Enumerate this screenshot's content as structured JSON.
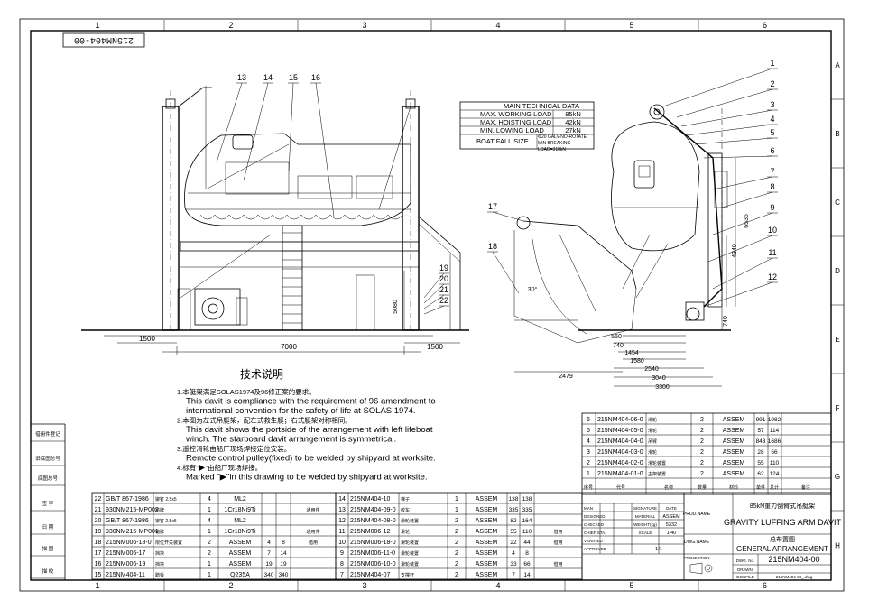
{
  "drawing_number_rotated": "215NM404-00",
  "grid": {
    "columns": [
      "1",
      "2",
      "3",
      "4",
      "5",
      "6"
    ],
    "rows": [
      "A",
      "B",
      "C",
      "D",
      "E",
      "F",
      "G",
      "H"
    ]
  },
  "tech_data": {
    "title": "MAIN TECHNICAL DATA",
    "rows": [
      {
        "label": "MAX. WORKING LOAD",
        "value": "85kN"
      },
      {
        "label": "MAX. HOISTING LOAD",
        "value": "42kN"
      },
      {
        "label": "MIN. LOWING LOAD",
        "value": "27kN"
      },
      {
        "label": "BOAT FALL SIZE",
        "value": "Φ20 GALV-NO-ROTATE MIN BREAKING LOAD=318kN"
      }
    ]
  },
  "callouts_left": [
    "13",
    "14",
    "15",
    "16"
  ],
  "callouts_right": [
    "1",
    "2",
    "3",
    "4",
    "5",
    "6",
    "7",
    "8",
    "9",
    "10",
    "11",
    "12"
  ],
  "callouts_misc": [
    "17",
    "18",
    "19",
    "20",
    "21",
    "22"
  ],
  "dims_front": [
    "1500",
    "7000",
    "1500",
    "5080"
  ],
  "dims_side": [
    "550",
    "740",
    "1454",
    "1580",
    "2540",
    "3040",
    "3300",
    "2479",
    "6536",
    "4340",
    "740",
    "30°"
  ],
  "notes": {
    "title": "技术说明",
    "items": [
      {
        "num": "1.",
        "cn": "本艇架满足SOLAS1974及96修正案的要求。",
        "en": [
          "This davit is compliance with the requirement of 96 amendment to",
          "international convention for the safety of life at SOLAS 1974."
        ]
      },
      {
        "num": "2.",
        "cn": "本图为左式吊艇架，配左式救生艇；右式艇架对称相同。",
        "en": [
          "This davit shows the portside of the arrangement with left lifeboat",
          "winch. The starboard davit arrangement is symmetrical."
        ]
      },
      {
        "num": "3.",
        "cn": "遥控滑轮由船厂现场焊接定位安装。",
        "en": [
          "Remote control pulley(fixed) to be welded by shipyard at worksite."
        ]
      },
      {
        "num": "4.",
        "cn": "标有\"▶\"由船厂现场焊接。",
        "en": [
          "Marked \"▶\"in this drawing to be welded by shipyard at worksite."
        ]
      }
    ]
  },
  "parts_upper": [
    {
      "no": "6",
      "code": "215NM404-06-0",
      "cn": "滑轮",
      "qty": "2",
      "mat": "ASSEM",
      "w1": "991",
      "w2": "1982",
      "rem": ""
    },
    {
      "no": "5",
      "code": "215NM404-05-0",
      "cn": "滑轮",
      "qty": "2",
      "mat": "ASSEM",
      "w1": "57",
      "w2": "114",
      "rem": ""
    },
    {
      "no": "4",
      "code": "215NM404-04-0",
      "cn": "吊臂",
      "qty": "2",
      "mat": "ASSEM",
      "w1": "843",
      "w2": "1686",
      "rem": ""
    },
    {
      "no": "3",
      "code": "215NM404-03-0",
      "cn": "滑轮",
      "qty": "2",
      "mat": "ASSEM",
      "w1": "28",
      "w2": "56",
      "rem": ""
    },
    {
      "no": "2",
      "code": "215NM404-02-0",
      "cn": "滑轮装置",
      "qty": "2",
      "mat": "ASSEM",
      "w1": "55",
      "w2": "110",
      "rem": ""
    },
    {
      "no": "1",
      "code": "215NM404-01-0",
      "cn": "主架装置",
      "qty": "2",
      "mat": "ASSEM",
      "w1": "62",
      "w2": "124",
      "rem": ""
    }
  ],
  "parts_upper_header": [
    "序号",
    "代号",
    "名称",
    "数量",
    "材料",
    "单件",
    "总计",
    "备注"
  ],
  "parts_lower_left": [
    {
      "no": "22",
      "code": "GB/T 867-1986",
      "cn": "铆钉 2.5x5",
      "qty": "4",
      "mat": "ML2",
      "w1": "",
      "w2": "",
      "rem": ""
    },
    {
      "no": "21",
      "code": "930NM215-MP002",
      "cn": "铭牌",
      "qty": "1",
      "mat": "1Cr18Ni9Ti",
      "w1": "",
      "w2": "",
      "rem": "通用件"
    },
    {
      "no": "20",
      "code": "GB/T 867-1986",
      "cn": "铆钉 2.5x5",
      "qty": "4",
      "mat": "ML2",
      "w1": "",
      "w2": "",
      "rem": ""
    },
    {
      "no": "19",
      "code": "930NM215-MP001",
      "cn": "铭牌",
      "qty": "1",
      "mat": "1Cr18Ni9Ti",
      "w1": "",
      "w2": "",
      "rem": "通用件"
    },
    {
      "no": "18",
      "code": "215NM006-18-0",
      "cn": "限位开关装置",
      "qty": "2",
      "mat": "ASSEM",
      "w1": "4",
      "w2": "8",
      "rem": "借用"
    },
    {
      "no": "17",
      "code": "215NM006-17",
      "cn": "挡块",
      "qty": "2",
      "mat": "ASSEM",
      "w1": "7",
      "w2": "14",
      "rem": ""
    },
    {
      "no": "16",
      "code": "215NM006-19",
      "cn": "挡块",
      "qty": "1",
      "mat": "ASSEM",
      "w1": "19",
      "w2": "19",
      "rem": ""
    },
    {
      "no": "15",
      "code": "215NM404-11",
      "cn": "踏板",
      "qty": "1",
      "mat": "Q235A",
      "w1": "340",
      "w2": "340",
      "rem": ""
    }
  ],
  "parts_lower_right": [
    {
      "no": "14",
      "code": "215NM404-10",
      "cn": "梯子",
      "qty": "1",
      "mat": "ASSEM",
      "w1": "138",
      "w2": "138",
      "rem": ""
    },
    {
      "no": "13",
      "code": "215NM404-09-0",
      "cn": "绞车",
      "qty": "1",
      "mat": "ASSEM",
      "w1": "335",
      "w2": "335",
      "rem": ""
    },
    {
      "no": "12",
      "code": "215NM404-08-0",
      "cn": "滑轮装置",
      "qty": "2",
      "mat": "ASSEM",
      "w1": "82",
      "w2": "164",
      "rem": ""
    },
    {
      "no": "11",
      "code": "215NM006-12",
      "cn": "滑轮",
      "qty": "2",
      "mat": "ASSEM",
      "w1": "55",
      "w2": "110",
      "rem": "借用"
    },
    {
      "no": "10",
      "code": "215NM006-18-0",
      "cn": "滑轮装置",
      "qty": "2",
      "mat": "ASSEM",
      "w1": "22",
      "w2": "44",
      "rem": "借用"
    },
    {
      "no": "9",
      "code": "215NM006-11-0",
      "cn": "滑轮装置",
      "qty": "2",
      "mat": "ASSEM",
      "w1": "4",
      "w2": "8",
      "rem": ""
    },
    {
      "no": "8",
      "code": "215NM006-10-0",
      "cn": "滑轮装置",
      "qty": "2",
      "mat": "ASSEM",
      "w1": "33",
      "w2": "66",
      "rem": "借用"
    },
    {
      "no": "7",
      "code": "215NM404-07",
      "cn": "支撑杆",
      "qty": "2",
      "mat": "ASSEM",
      "w1": "7",
      "w2": "14",
      "rem": ""
    }
  ],
  "title_block": {
    "rows_left": [
      "MAN",
      "DESIGNED",
      "CHECKED",
      "CHIEF STA.",
      "VERIFIED",
      "APPROVED"
    ],
    "col_labels": [
      "SIGNATURE",
      "DATE"
    ],
    "material_label": "MATERIAL",
    "material_value": "ASSEM",
    "weight_label": "WEIGHT(kg)",
    "weight_value": "5332",
    "scale_label": "SCALE",
    "scale_value": "1:40",
    "sheet_value": "1/1",
    "product_name_label": "PROD.NAME",
    "product_cn": "85kN重力倒臂式吊艇架",
    "product_en": "GRAVITY LUFFING ARM DAVIT",
    "dwg_name_label": "DWG.NAME",
    "dwg_cn": "总布置图",
    "dwg_en": "GENERAL ARRANGEMENT",
    "projection_label": "PROJECTION",
    "dwg_no_label": "DWG. No.",
    "dwg_no": "215NM404-00",
    "drawn_label": "DRAWN.",
    "file_label": "DOCFILE",
    "file_value": "215NM404-00_.dwg"
  },
  "left_margin_labels": [
    "借用件登记",
    "旧底图总号",
    "底图总号",
    "签 字",
    "日 期",
    "描 图",
    "描 校"
  ]
}
